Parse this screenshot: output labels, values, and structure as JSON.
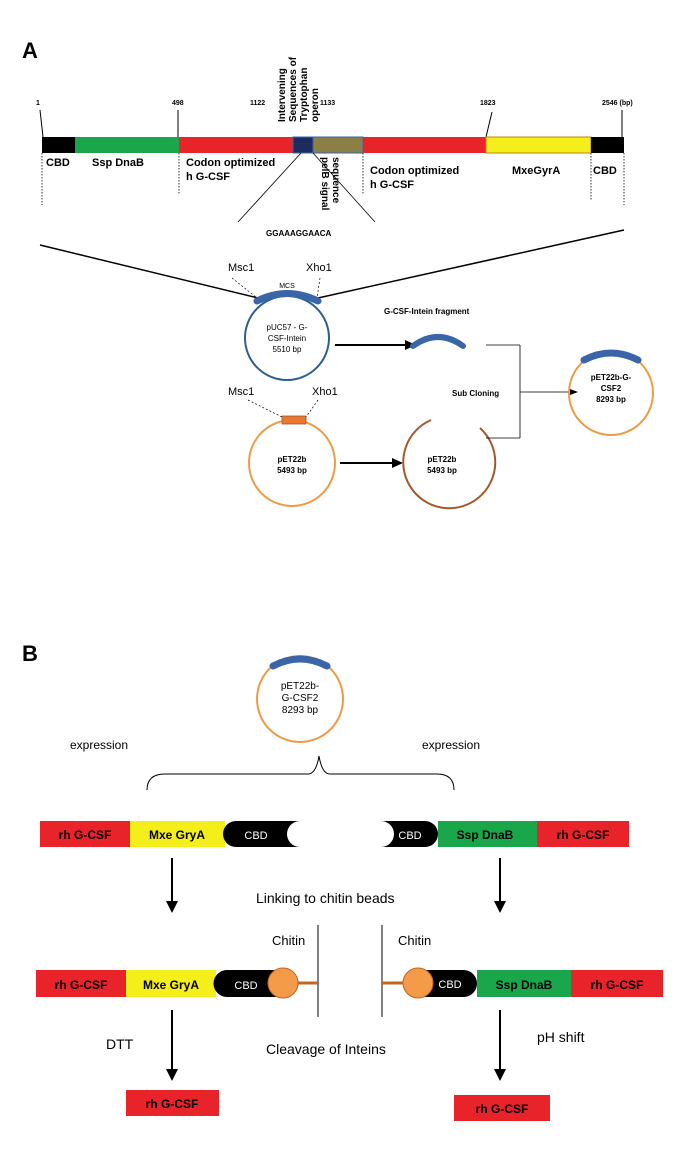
{
  "panel_a": {
    "label": "A",
    "positions": {
      "p1": "1",
      "p498": "498",
      "p1122": "1122",
      "p1133": "1133",
      "p1823": "1823",
      "p2546": "2546 (bp)"
    },
    "intervening": [
      "Intervening",
      "Sequences of",
      "Tryptophan",
      "operon"
    ],
    "segments": {
      "cbd_left": "CBD",
      "ssp": "Ssp DnaB",
      "codon1": [
        "Codon optimized",
        "h G-CSF"
      ],
      "pelb": [
        "pelB signal",
        "sequence"
      ],
      "codon2": [
        "Codon optimized",
        "h G-CSF"
      ],
      "mxe": "MxeGyrA",
      "cbd_right": "CBD"
    },
    "zoom_sequence": "GGAAAGGAACA",
    "puc57": {
      "msc": "Msc1",
      "xho": "Xho1",
      "mcs": "MCS",
      "name": [
        "pUC57 - G-",
        "CSF-Intein",
        "5510 bp"
      ]
    },
    "fragment_label": "G-CSF-Intein fragment",
    "pet22b": {
      "msc": "Msc1",
      "xho": "Xho1",
      "name": [
        "pET22b",
        "5493 bp"
      ]
    },
    "pet22b_cut": {
      "name": [
        "pET22b",
        "5493 bp"
      ]
    },
    "subcloning": "Sub Cloning",
    "final": {
      "name": [
        "pET22b-G-",
        "CSF2",
        "8293 bp"
      ]
    }
  },
  "panel_b": {
    "label": "B",
    "plasmid": [
      "pET22b-",
      "G-CSF2",
      "8293 bp"
    ],
    "expression_left": "expression",
    "expression_right": "expression",
    "left_construct": {
      "g": "rh G-CSF",
      "m": "Mxe GryA",
      "c": "CBD"
    },
    "right_construct": {
      "c": "CBD",
      "s": "Ssp DnaB",
      "g": "rh G-CSF"
    },
    "linking": "Linking to chitin beads",
    "chitin_left": "Chitin",
    "chitin_right": "Chitin",
    "left_bound": {
      "g": "rh G-CSF",
      "m": "Mxe GryA",
      "c": "CBD"
    },
    "right_bound": {
      "c": "CBD",
      "s": "Ssp DnaB",
      "g": "rh G-CSF"
    },
    "dtt": "DTT",
    "cleavage": "Cleavage of Inteins",
    "ph": "pH shift",
    "product_left": "rh G-CSF",
    "product_right": "rh G-CSF"
  },
  "colors": {
    "red": "#e8232a",
    "green": "#1aa64b",
    "yellow": "#f4ee1a",
    "black": "#000000",
    "navy": "#1d2b5e",
    "olive": "#8b7f45",
    "blue_arc": "#3a66a8",
    "plasmid_blue": "#2c5e8e",
    "plasmid_orange": "#ef9a45",
    "plasmid_brown": "#a05a2c",
    "bead": "#f49b4a",
    "mcs_orange": "#e9772f"
  }
}
